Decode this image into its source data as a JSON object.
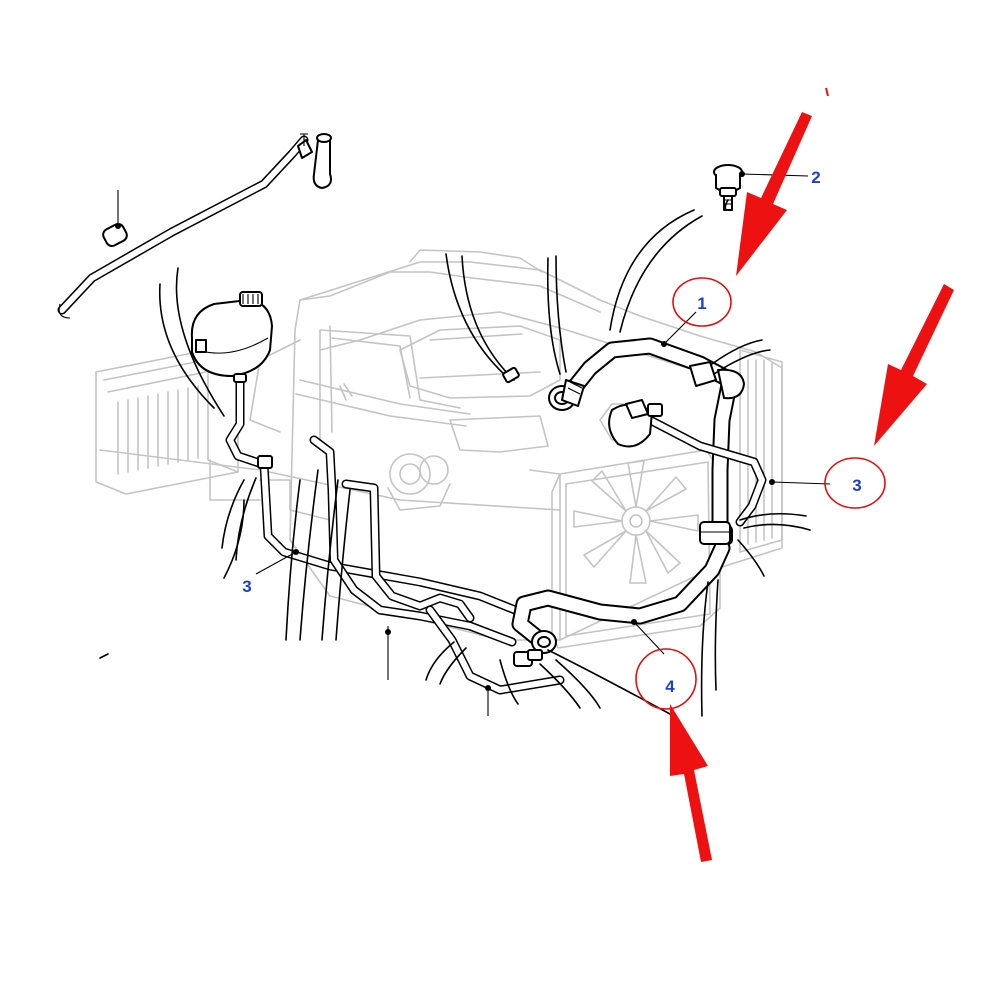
{
  "diagram": {
    "callouts": [
      {
        "id": "c1",
        "label": "1",
        "circled": true
      },
      {
        "id": "c2",
        "label": "2",
        "circled": false
      },
      {
        "id": "c3a",
        "label": "3",
        "circled": true
      },
      {
        "id": "c3b",
        "label": "3",
        "circled": false
      },
      {
        "id": "c4",
        "label": "4",
        "circled": true
      }
    ],
    "colors": {
      "callout_text": "#1f3fc8",
      "highlight": "#e01010",
      "ghost_lines": "#c4c4c4",
      "line_art": "#000000"
    }
  }
}
